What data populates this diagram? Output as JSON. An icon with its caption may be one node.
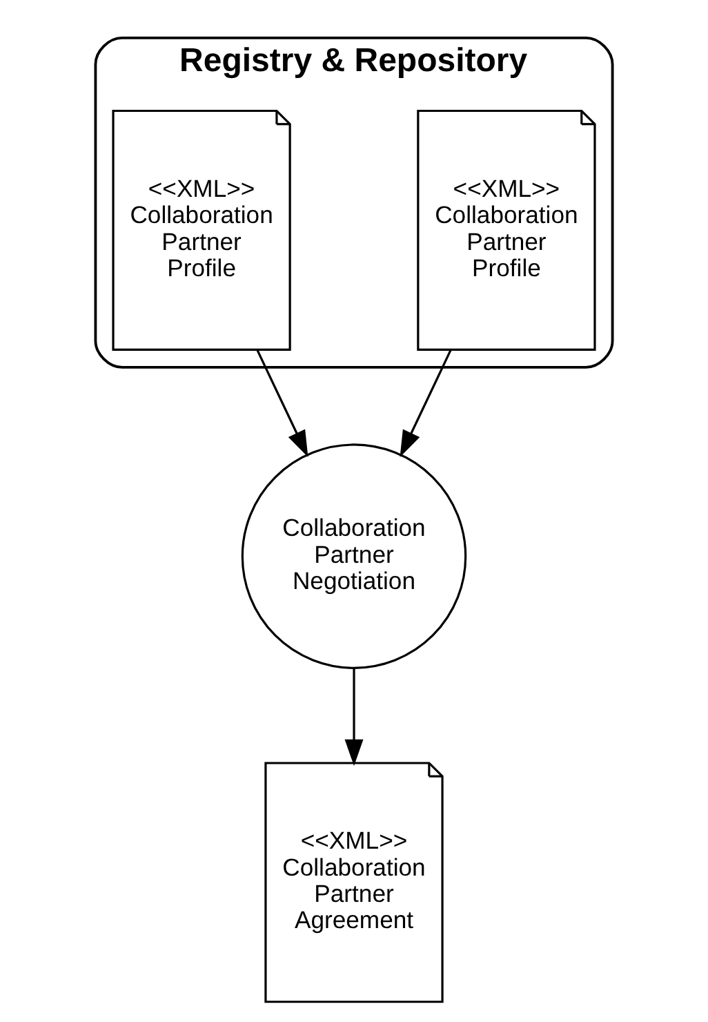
{
  "diagram": {
    "nodes": [
      {
        "text": [
          "Registry & Repository"
        ]
      },
      {
        "text": [
          "<<XML>> Collaboration Partner Profile"
        ],
        "in": 0
      },
      {
        "text": [
          "<<XML>> Collaboration Partner Profile"
        ],
        "in": 0
      },
      {
        "text": [
          "Collaboration Partner Negotiation"
        ]
      },
      {
        "text": [
          "<<XML>> Collaboration Partner Agreement"
        ]
      }
    ],
    "edges": [
      {
        "from": 1,
        "to": 3,
        "arrow": "to"
      },
      {
        "from": 2,
        "to": 3,
        "arrow": "to"
      },
      {
        "from": 3,
        "to": 4,
        "arrow": "to"
      }
    ]
  }
}
